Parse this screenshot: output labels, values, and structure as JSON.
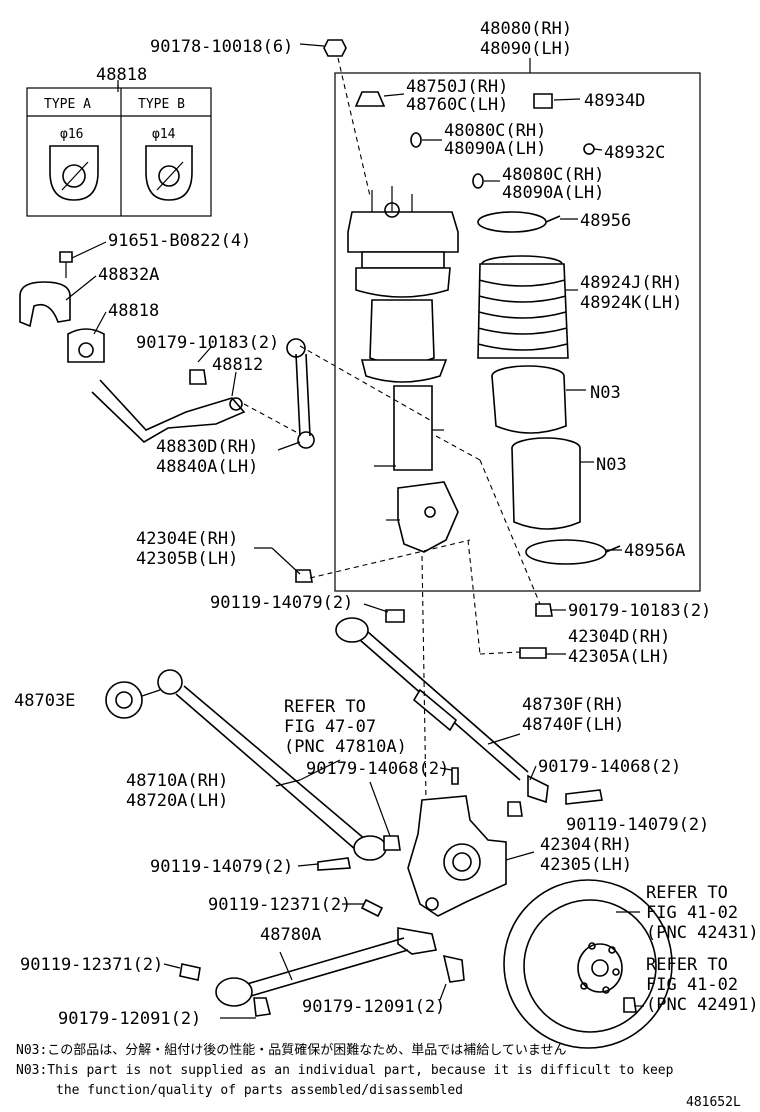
{
  "parts": {
    "strut_upper_rh": "48080(RH)",
    "strut_upper_lh": "48090(LH)",
    "nut_top": "90178-10018(6)",
    "bushing_bracket": "48818",
    "type_a": "TYPE A",
    "type_b": "TYPE B",
    "dia_a": "φ16",
    "dia_b": "φ14",
    "cap_rh": "48750J(RH)",
    "cap_lh": "48760C(LH)",
    "clip_top": "48934D",
    "ring1_rh": "48080C(RH)",
    "ring1_lh": "48090A(LH)",
    "ring_small": "48932C",
    "ring2_rh": "48080C(RH)",
    "ring2_lh": "48090A(LH)",
    "clamp_top": "48956",
    "boot_rh": "48924J(RH)",
    "boot_lh": "48924K(LH)",
    "n03_a": "N03",
    "n03_b": "N03",
    "clamp_bottom": "48956A",
    "bolt_bracket": "91651-B0822(4)",
    "bracket": "48832A",
    "bushing": "48818",
    "nut_link": "90179-10183(2)",
    "stabilizer": "48812",
    "link_rh": "48830D(RH)",
    "link_lh": "48840A(LH)",
    "strut_lower_rh": "42304E(RH)",
    "strut_lower_lh": "42305B(LH)",
    "bolt_14079_a": "90119-14079(2)",
    "nut_10183_b": "90179-10183(2)",
    "knuckle_d_rh": "42304D(RH)",
    "knuckle_a_lh": "42305A(LH)",
    "bushing_48703": "48703E",
    "refer_47": "REFER TO",
    "fig_47": "FIG 47-07",
    "pnc_47": "(PNC 47810A)",
    "arm_730": "48730F(RH)",
    "arm_740": "48740F(LH)",
    "nut_14068_a": "90179-14068(2)",
    "nut_14068_b": "90179-14068(2)",
    "arm_710": "48710A(RH)",
    "arm_720": "48720A(LH)",
    "bolt_14079_b": "90119-14079(2)",
    "bolt_14079_c": "90119-14079(2)",
    "knuckle_rh": "42304(RH)",
    "knuckle_lh": "42305(LH)",
    "bolt_12371_a": "90119-12371(2)",
    "refer_41a": "REFER TO",
    "fig_41a": "FIG 41-02",
    "pnc_41a": "(PNC 42431)",
    "arm_780": "48780A",
    "bolt_12371_b": "90119-12371(2)",
    "refer_41b": "REFER TO",
    "fig_41b": "FIG 41-02",
    "pnc_41b": "(PNC 42491)",
    "nut_12091_a": "90179-12091(2)",
    "nut_12091_b": "90179-12091(2)"
  },
  "notes": {
    "jp": "N03:この部品は、分解・組付け後の性能・品質確保が困難なため、単品では補給していません",
    "en1": "N03:This part is not supplied as an individual part, because it is difficult to keep",
    "en2": "the function/quality of parts assembled/disassembled"
  },
  "figure_id": "481652L"
}
